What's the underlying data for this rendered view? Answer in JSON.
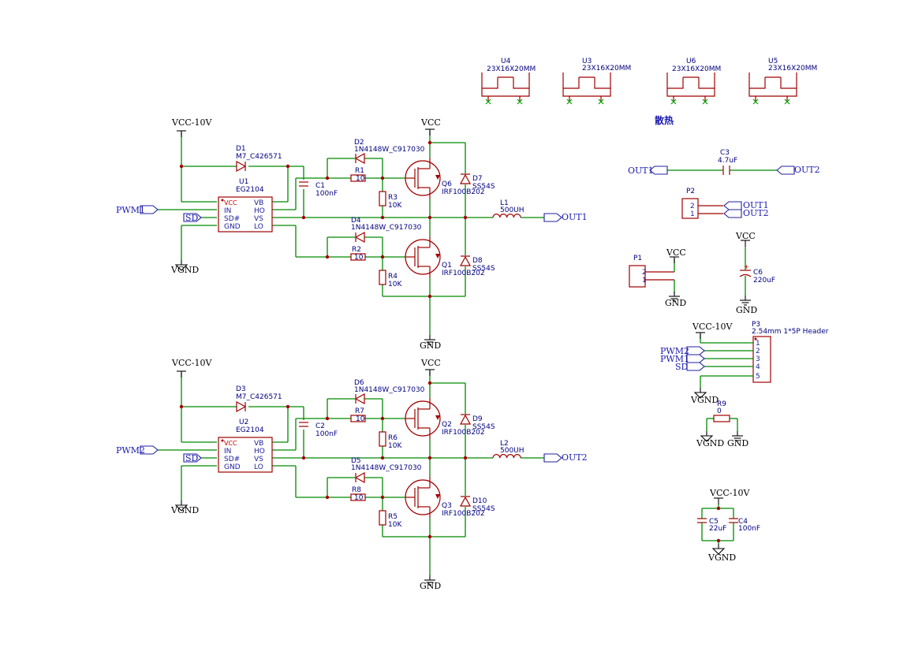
{
  "ics": [
    {
      "ref": "U1",
      "value": "EG2104",
      "pins_left": [
        "VCC",
        "IN",
        "SD#",
        "GND"
      ],
      "pins_right": [
        "VB",
        "HO",
        "VS",
        "LO"
      ]
    },
    {
      "ref": "U2",
      "value": "EG2104",
      "pins_left": [
        "VCC",
        "IN",
        "SD#",
        "GND"
      ],
      "pins_right": [
        "VB",
        "HO",
        "VS",
        "LO"
      ]
    }
  ],
  "stage1": {
    "supply": "VCC-10V",
    "vgnd": "VGND",
    "pwm": "PWM1",
    "sd": "SD",
    "boot_diode": {
      "ref": "D1",
      "value": "M7_C426571"
    },
    "boot_cap": {
      "ref": "C1",
      "value": "100nF"
    },
    "hs_diode": {
      "ref": "D2",
      "value": "1N4148W_C917030"
    },
    "ls_diode": {
      "ref": "D4",
      "value": "1N4148W_C917030"
    },
    "r_hs": {
      "ref": "R1",
      "value": "10"
    },
    "r_ls": {
      "ref": "R2",
      "value": "10"
    },
    "r_hs_pd": {
      "ref": "R3",
      "value": "10K"
    },
    "r_ls_pd": {
      "ref": "R4",
      "value": "10K"
    },
    "q_hs": {
      "ref": "Q6",
      "value": "IRF100B202"
    },
    "q_ls": {
      "ref": "Q1",
      "value": "IRF100B202"
    },
    "d_hs": {
      "ref": "D7",
      "value": "SS54S"
    },
    "d_ls": {
      "ref": "D8",
      "value": "SS54S"
    },
    "inductor": {
      "ref": "L1",
      "value": "500UH"
    },
    "out": "OUT1",
    "vcc": "VCC",
    "gnd": "GND"
  },
  "stage2": {
    "supply": "VCC-10V",
    "vgnd": "VGND",
    "pwm": "PWM2",
    "sd": "SD",
    "boot_diode": {
      "ref": "D3",
      "value": "M7_C426571"
    },
    "boot_cap": {
      "ref": "C2",
      "value": "100nF"
    },
    "hs_diode": {
      "ref": "D6",
      "value": "1N4148W_C917030"
    },
    "ls_diode": {
      "ref": "D5",
      "value": "1N4148W_C917030"
    },
    "r_hs": {
      "ref": "R7",
      "value": "10"
    },
    "r_ls": {
      "ref": "R8",
      "value": "10"
    },
    "r_hs_pd": {
      "ref": "R6",
      "value": "10K"
    },
    "r_ls_pd": {
      "ref": "R5",
      "value": "10K"
    },
    "q_hs": {
      "ref": "Q2",
      "value": "IRF100B202"
    },
    "q_ls": {
      "ref": "Q3",
      "value": "IRF100B202"
    },
    "d_hs": {
      "ref": "D9",
      "value": "SS54S"
    },
    "d_ls": {
      "ref": "D10",
      "value": "SS54S"
    },
    "inductor": {
      "ref": "L2",
      "value": "500UH"
    },
    "out": "OUT2",
    "vcc": "VCC",
    "gnd": "GND"
  },
  "heatsinks": [
    {
      "ref": "U4",
      "value": "23X16X20MM"
    },
    {
      "ref": "U3",
      "value": "23X16X20MM"
    },
    {
      "ref": "U6",
      "value": "23X16X20MM"
    },
    {
      "ref": "U5",
      "value": "23X16X20MM"
    }
  ],
  "heatsink_caption": "散热",
  "out_cap": {
    "ref": "C3",
    "value": "4.7uF",
    "left": "OUT1",
    "right": "OUT2"
  },
  "p2": {
    "ref": "P2",
    "pins": [
      "2",
      "1"
    ],
    "nets": [
      "OUT1",
      "OUT2"
    ]
  },
  "p1": {
    "ref": "P1",
    "pins": [
      "2",
      "1"
    ],
    "vcc": "VCC",
    "gnd": "GND"
  },
  "c6": {
    "ref": "C6",
    "value": "220uF",
    "vcc": "VCC",
    "gnd": "GND"
  },
  "p3": {
    "ref": "P3",
    "value": "2.54mm 1*5P Header",
    "supply": "VCC-10V",
    "vgnd": "VGND",
    "pins": [
      "1",
      "2",
      "3",
      "4",
      "5"
    ],
    "nets": [
      "PWM2",
      "PWM1",
      "SD"
    ]
  },
  "r9": {
    "ref": "R9",
    "value": "0",
    "left": "VGND",
    "right": "GND"
  },
  "decoupling": {
    "supply": "VCC-10V",
    "vgnd": "VGND",
    "c5": {
      "ref": "C5",
      "value": "22uF"
    },
    "c4": {
      "ref": "C4",
      "value": "100nF"
    }
  }
}
